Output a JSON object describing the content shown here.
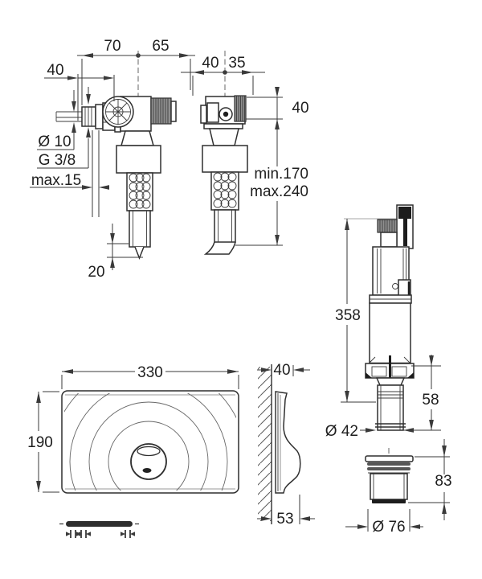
{
  "drawing": {
    "kind": "technical-dimension-drawing",
    "background": "#ffffff",
    "line_color": "#2f2f2f",
    "dim_color": "#3a3a3a",
    "text_color": "#1e1e1e"
  },
  "dims": {
    "side_view": {
      "inlet_pipe": "40",
      "body_left": "70",
      "body_right": "65",
      "pipe_diameter": "Ø 10",
      "thread_size": "G 3/8",
      "max_wall": "max.15",
      "tip_length": "20"
    },
    "front_view": {
      "offset_left": "40",
      "offset_right": "35",
      "head_height": "40",
      "height_min": "min.170",
      "height_max": "max.240"
    },
    "flush_valve": {
      "height": "358",
      "outlet_length": "58",
      "outlet_diameter": "Ø 42"
    },
    "connector": {
      "height": "83",
      "diameter": "Ø 76"
    },
    "plate": {
      "width": "330",
      "height": "190",
      "depth_min": "40",
      "depth_max": "53"
    }
  }
}
